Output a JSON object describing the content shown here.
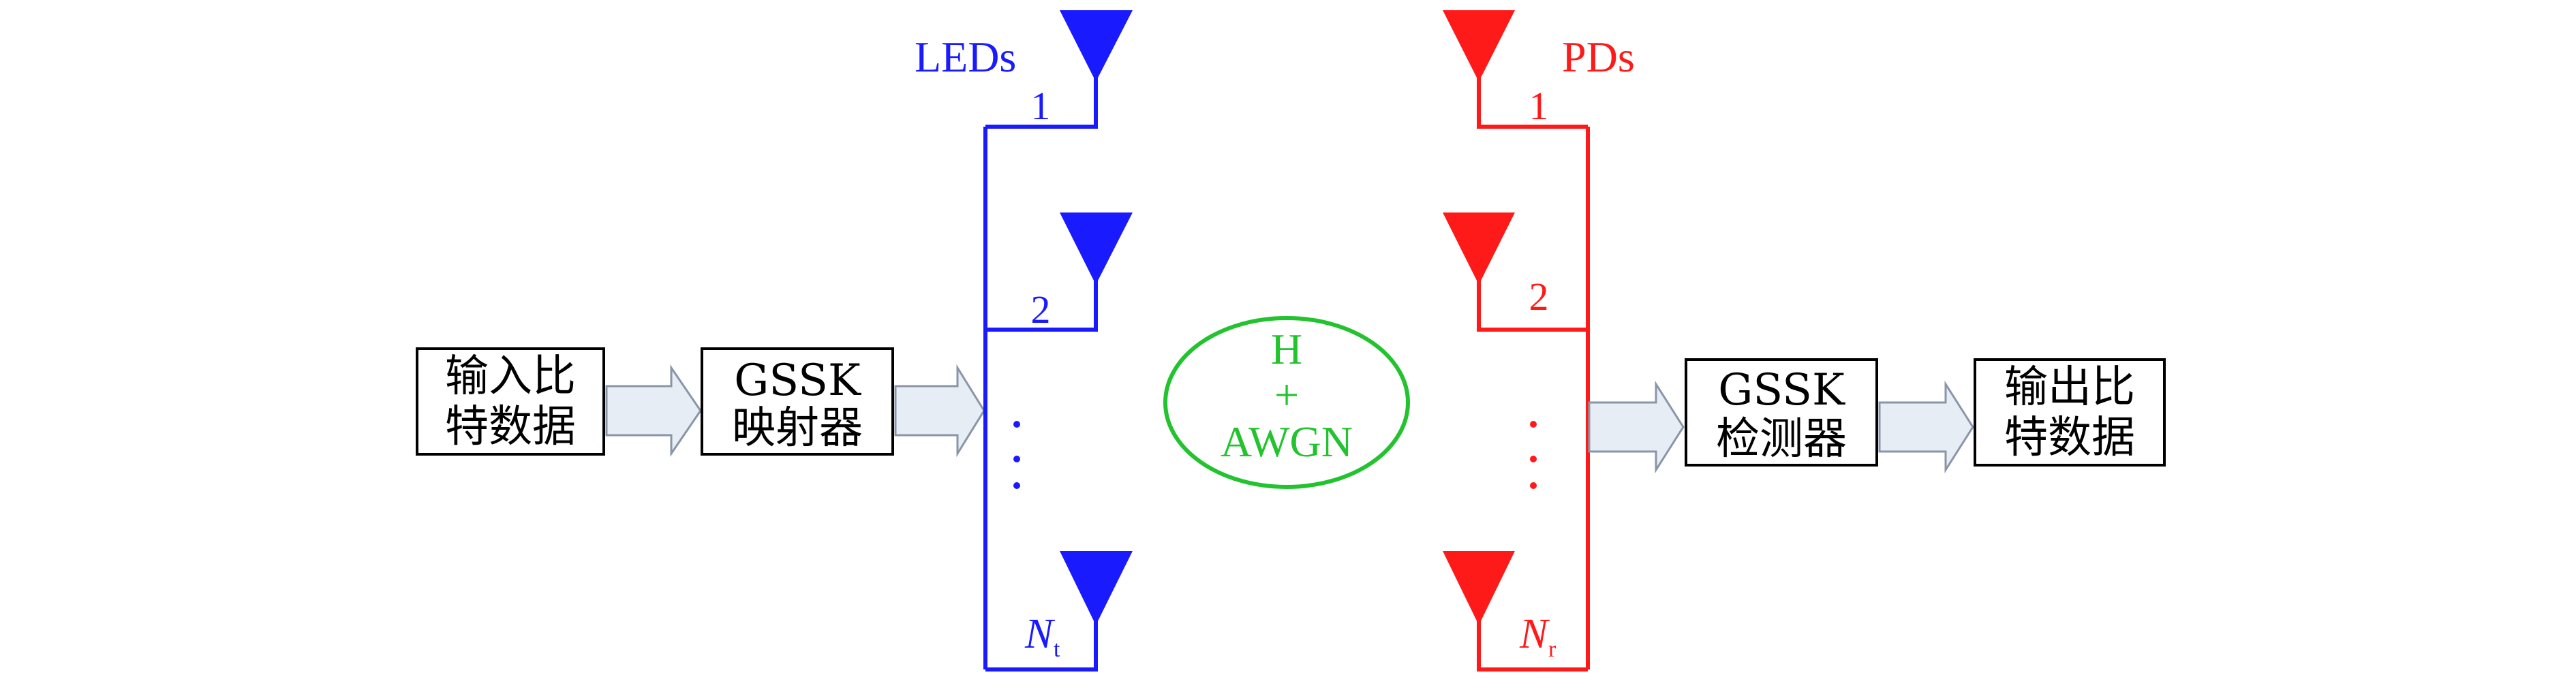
{
  "colors": {
    "transmitter": "#1a1aff",
    "receiver": "#ff1a1a",
    "channel": "#22c32e",
    "arrow_fill": "#e6edf5",
    "arrow_stroke": "#8a95a8"
  },
  "blocks": {
    "input_bits": {
      "line1": "输入比",
      "line2": "特数据"
    },
    "gssk_mapper": {
      "line1": "GSSK",
      "line2": "映射器"
    },
    "gssk_detector": {
      "line1": "GSSK",
      "line2": "检测器"
    },
    "output_bits": {
      "line1": "输出比",
      "line2": "特数据"
    }
  },
  "transmitter": {
    "title": "LEDs",
    "antenna_labels": [
      "1",
      "2"
    ],
    "last_label_main": "N",
    "last_label_sub": "t"
  },
  "receiver": {
    "title": "PDs",
    "antenna_labels": [
      "1",
      "2"
    ],
    "last_label_main": "N",
    "last_label_sub": "r"
  },
  "channel": {
    "line1": "H",
    "line2": "+",
    "line3": "AWGN"
  }
}
